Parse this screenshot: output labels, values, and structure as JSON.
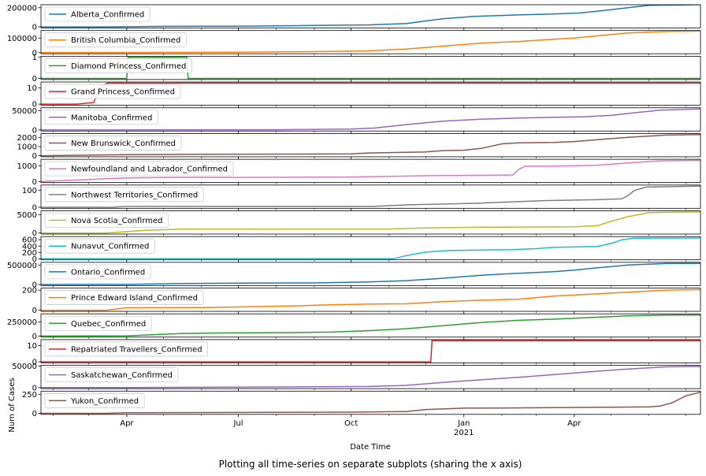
{
  "figure": {
    "title": "Plotting all time-series on separate subplots (sharing the x axis)",
    "xlabel": "Date Time",
    "ylabel": "Num of Cases"
  },
  "chart_data": {
    "type": "line",
    "x_axis": {
      "start": "2020-01-22",
      "end": "2021-07-13",
      "major_ticks": [
        {
          "date": "2020-04-01",
          "label": "Apr",
          "sublabel": ""
        },
        {
          "date": "2020-07-01",
          "label": "Jul",
          "sublabel": ""
        },
        {
          "date": "2020-10-01",
          "label": "Oct",
          "sublabel": ""
        },
        {
          "date": "2021-01-01",
          "label": "Jan",
          "sublabel": "2021"
        },
        {
          "date": "2021-04-01",
          "label": "Apr",
          "sublabel": ""
        }
      ],
      "minor_ticks": [
        "2020-02-01",
        "2020-03-01",
        "2020-05-01",
        "2020-06-01",
        "2020-08-01",
        "2020-09-01",
        "2020-11-01",
        "2020-12-01",
        "2021-02-01",
        "2021-03-01",
        "2021-05-01",
        "2021-06-01",
        "2021-07-01"
      ]
    },
    "series": [
      {
        "name": "Alberta_Confirmed",
        "color": "#1f77b4",
        "ylim": [
          -11000,
          231000
        ],
        "yticks": [
          0,
          200000
        ],
        "points": [
          [
            "2020-01-22",
            0
          ],
          [
            "2020-03-15",
            50
          ],
          [
            "2020-05-01",
            6000
          ],
          [
            "2020-07-01",
            8000
          ],
          [
            "2020-09-01",
            15000
          ],
          [
            "2020-10-15",
            21000
          ],
          [
            "2020-11-15",
            35000
          ],
          [
            "2020-12-15",
            85000
          ],
          [
            "2021-01-10",
            110000
          ],
          [
            "2021-02-15",
            125000
          ],
          [
            "2021-03-15",
            135000
          ],
          [
            "2021-04-05",
            145000
          ],
          [
            "2021-04-25",
            170000
          ],
          [
            "2021-05-15",
            200000
          ],
          [
            "2021-06-01",
            225000
          ],
          [
            "2021-07-13",
            232000
          ]
        ]
      },
      {
        "name": "British Columbia_Confirmed",
        "color": "#ff7f0e",
        "ylim": [
          -7300,
          152000
        ],
        "yticks": [
          0,
          100000
        ],
        "points": [
          [
            "2020-01-22",
            0
          ],
          [
            "2020-03-15",
            100
          ],
          [
            "2020-05-01",
            2200
          ],
          [
            "2020-07-01",
            3000
          ],
          [
            "2020-09-01",
            7000
          ],
          [
            "2020-10-15",
            12000
          ],
          [
            "2020-11-15",
            25000
          ],
          [
            "2020-12-15",
            45000
          ],
          [
            "2021-01-15",
            65000
          ],
          [
            "2021-02-15",
            77000
          ],
          [
            "2021-03-15",
            92000
          ],
          [
            "2021-04-01",
            100000
          ],
          [
            "2021-04-20",
            115000
          ],
          [
            "2021-05-15",
            135000
          ],
          [
            "2021-06-15",
            145000
          ],
          [
            "2021-07-13",
            148000
          ]
        ]
      },
      {
        "name": "Diamond Princess_Confirmed",
        "color": "#2ca02c",
        "ylim": [
          -0.05,
          1.05
        ],
        "yticks": [
          0,
          1
        ],
        "points": [
          [
            "2020-01-22",
            0
          ],
          [
            "2020-04-01",
            0
          ],
          [
            "2020-04-02",
            1
          ],
          [
            "2020-05-20",
            1
          ],
          [
            "2020-05-21",
            0
          ],
          [
            "2021-07-13",
            0
          ]
        ]
      },
      {
        "name": "Grand Princess_Confirmed",
        "color": "#d62728",
        "ylim": [
          -0.7,
          13.7
        ],
        "yticks": [
          0,
          10
        ],
        "points": [
          [
            "2020-01-22",
            0
          ],
          [
            "2020-02-20",
            0
          ],
          [
            "2020-03-05",
            1
          ],
          [
            "2020-03-10",
            10
          ],
          [
            "2020-03-16",
            13
          ],
          [
            "2021-07-13",
            13
          ]
        ]
      },
      {
        "name": "Manitoba_Confirmed",
        "color": "#9467bd",
        "ylim": [
          -2800,
          58000
        ],
        "yticks": [
          0,
          50000
        ],
        "points": [
          [
            "2020-01-22",
            0
          ],
          [
            "2020-08-01",
            500
          ],
          [
            "2020-10-01",
            2500
          ],
          [
            "2020-10-20",
            5000
          ],
          [
            "2020-11-15",
            14000
          ],
          [
            "2020-12-15",
            23000
          ],
          [
            "2021-01-15",
            28000
          ],
          [
            "2021-02-15",
            31000
          ],
          [
            "2021-03-15",
            33000
          ],
          [
            "2021-04-10",
            34500
          ],
          [
            "2021-05-01",
            38000
          ],
          [
            "2021-05-20",
            45000
          ],
          [
            "2021-06-10",
            52000
          ],
          [
            "2021-07-13",
            55000
          ]
        ]
      },
      {
        "name": "New Brunswick_Confirmed",
        "color": "#8c564b",
        "ylim": [
          -115,
          2420
        ],
        "yticks": [
          0,
          1000,
          2000
        ],
        "points": [
          [
            "2020-01-22",
            0
          ],
          [
            "2020-04-01",
            120
          ],
          [
            "2020-06-01",
            150
          ],
          [
            "2020-10-01",
            200
          ],
          [
            "2020-10-15",
            300
          ],
          [
            "2020-11-10",
            360
          ],
          [
            "2020-11-30",
            400
          ],
          [
            "2020-12-15",
            560
          ],
          [
            "2021-01-01",
            600
          ],
          [
            "2021-01-15",
            800
          ],
          [
            "2021-02-01",
            1300
          ],
          [
            "2021-02-15",
            1400
          ],
          [
            "2021-03-15",
            1450
          ],
          [
            "2021-04-01",
            1550
          ],
          [
            "2021-04-20",
            1750
          ],
          [
            "2021-05-15",
            2000
          ],
          [
            "2021-06-15",
            2250
          ],
          [
            "2021-07-13",
            2300
          ]
        ]
      },
      {
        "name": "Newfoundland and Labrador_Confirmed",
        "color": "#e377c2",
        "ylim": [
          -68,
          1430
        ],
        "yticks": [
          0,
          1000
        ],
        "points": [
          [
            "2020-01-22",
            0
          ],
          [
            "2020-04-01",
            230
          ],
          [
            "2020-05-01",
            260
          ],
          [
            "2020-07-01",
            265
          ],
          [
            "2020-10-01",
            290
          ],
          [
            "2020-12-10",
            380
          ],
          [
            "2021-01-20",
            400
          ],
          [
            "2021-02-10",
            420
          ],
          [
            "2021-02-15",
            800
          ],
          [
            "2021-02-20",
            980
          ],
          [
            "2021-03-20",
            1000
          ],
          [
            "2021-04-20",
            1050
          ],
          [
            "2021-05-15",
            1200
          ],
          [
            "2021-06-10",
            1330
          ],
          [
            "2021-07-13",
            1360
          ]
        ]
      },
      {
        "name": "Northwest Territories_Confirmed",
        "color": "#7f7f7f",
        "ylim": [
          -6,
          132
        ],
        "yticks": [
          0,
          100
        ],
        "points": [
          [
            "2020-01-22",
            0
          ],
          [
            "2020-03-20",
            0
          ],
          [
            "2020-04-01",
            5
          ],
          [
            "2020-10-20",
            5
          ],
          [
            "2020-11-01",
            10
          ],
          [
            "2020-11-20",
            15
          ],
          [
            "2020-12-20",
            20
          ],
          [
            "2021-01-15",
            25
          ],
          [
            "2021-02-01",
            30
          ],
          [
            "2021-02-20",
            35
          ],
          [
            "2021-03-10",
            40
          ],
          [
            "2021-04-20",
            45
          ],
          [
            "2021-05-10",
            50
          ],
          [
            "2021-05-15",
            70
          ],
          [
            "2021-05-20",
            100
          ],
          [
            "2021-05-30",
            120
          ],
          [
            "2021-07-13",
            126
          ]
        ]
      },
      {
        "name": "Nova Scotia_Confirmed",
        "color": "#bcbd22",
        "ylim": [
          -290,
          6110
        ],
        "yticks": [
          0,
          5000
        ],
        "points": [
          [
            "2020-01-22",
            0
          ],
          [
            "2020-03-15",
            0
          ],
          [
            "2020-04-15",
            700
          ],
          [
            "2020-05-15",
            1050
          ],
          [
            "2020-07-01",
            1070
          ],
          [
            "2020-11-01",
            1100
          ],
          [
            "2020-12-01",
            1400
          ],
          [
            "2021-01-15",
            1600
          ],
          [
            "2021-04-01",
            1700
          ],
          [
            "2021-04-20",
            2000
          ],
          [
            "2021-05-01",
            3200
          ],
          [
            "2021-05-15",
            4500
          ],
          [
            "2021-06-01",
            5600
          ],
          [
            "2021-07-13",
            5800
          ]
        ]
      },
      {
        "name": "Nunavut_Confirmed",
        "color": "#17becf",
        "ylim": [
          -33,
          700
        ],
        "yticks": [
          0,
          200,
          400,
          600
        ],
        "points": [
          [
            "2020-01-22",
            0
          ],
          [
            "2020-11-05",
            0
          ],
          [
            "2020-11-15",
            100
          ],
          [
            "2020-12-01",
            210
          ],
          [
            "2020-12-20",
            260
          ],
          [
            "2021-02-10",
            290
          ],
          [
            "2021-03-01",
            320
          ],
          [
            "2021-03-15",
            360
          ],
          [
            "2021-04-20",
            390
          ],
          [
            "2021-05-01",
            480
          ],
          [
            "2021-05-10",
            600
          ],
          [
            "2021-05-20",
            650
          ],
          [
            "2021-07-13",
            657
          ]
        ]
      },
      {
        "name": "Ontario_Confirmed",
        "color": "#1f77b4",
        "ylim": [
          -27000,
          570000
        ],
        "yticks": [
          0,
          500000
        ],
        "points": [
          [
            "2020-01-22",
            0
          ],
          [
            "2020-04-01",
            3000
          ],
          [
            "2020-05-15",
            25000
          ],
          [
            "2020-07-01",
            36000
          ],
          [
            "2020-09-01",
            42000
          ],
          [
            "2020-10-15",
            65000
          ],
          [
            "2020-11-15",
            100000
          ],
          [
            "2020-12-15",
            160000
          ],
          [
            "2021-01-15",
            240000
          ],
          [
            "2021-02-15",
            290000
          ],
          [
            "2021-03-15",
            330000
          ],
          [
            "2021-04-01",
            370000
          ],
          [
            "2021-04-20",
            430000
          ],
          [
            "2021-05-15",
            500000
          ],
          [
            "2021-06-15",
            540000
          ],
          [
            "2021-07-13",
            546000
          ]
        ]
      },
      {
        "name": "Prince Edward Island_Confirmed",
        "color": "#ff7f0e",
        "ylim": [
          -10.5,
          220
        ],
        "yticks": [
          0,
          200
        ],
        "points": [
          [
            "2020-01-22",
            0
          ],
          [
            "2020-03-15",
            0
          ],
          [
            "2020-04-01",
            25
          ],
          [
            "2020-06-01",
            27
          ],
          [
            "2020-07-01",
            33
          ],
          [
            "2020-08-15",
            44
          ],
          [
            "2020-09-15",
            55
          ],
          [
            "2020-10-15",
            61
          ],
          [
            "2020-11-15",
            64
          ],
          [
            "2020-12-15",
            85
          ],
          [
            "2021-01-15",
            100
          ],
          [
            "2021-02-15",
            110
          ],
          [
            "2021-03-15",
            140
          ],
          [
            "2021-04-15",
            160
          ],
          [
            "2021-05-15",
            180
          ],
          [
            "2021-06-15",
            200
          ],
          [
            "2021-07-13",
            205
          ]
        ]
      },
      {
        "name": "Quebec_Confirmed",
        "color": "#2ca02c",
        "ylim": [
          -19000,
          395000
        ],
        "yticks": [
          0,
          250000
        ],
        "points": [
          [
            "2020-01-22",
            0
          ],
          [
            "2020-04-01",
            4000
          ],
          [
            "2020-05-15",
            45000
          ],
          [
            "2020-06-15",
            55000
          ],
          [
            "2020-08-15",
            61000
          ],
          [
            "2020-09-15",
            70000
          ],
          [
            "2020-10-15",
            95000
          ],
          [
            "2020-11-15",
            130000
          ],
          [
            "2020-12-15",
            185000
          ],
          [
            "2021-01-15",
            240000
          ],
          [
            "2021-02-15",
            280000
          ],
          [
            "2021-03-15",
            300000
          ],
          [
            "2021-04-15",
            330000
          ],
          [
            "2021-05-15",
            360000
          ],
          [
            "2021-06-15",
            373000
          ],
          [
            "2021-07-13",
            375000
          ]
        ]
      },
      {
        "name": "Repatriated Travellers_Confirmed",
        "color": "#d62728",
        "ylim": [
          -0.65,
          13.65
        ],
        "yticks": [
          0,
          10
        ],
        "points": [
          [
            "2020-01-22",
            0
          ],
          [
            "2020-12-05",
            0
          ],
          [
            "2020-12-06",
            13
          ],
          [
            "2021-07-13",
            13
          ]
        ]
      },
      {
        "name": "Saskatchewan_Confirmed",
        "color": "#9467bd",
        "ylim": [
          -2450,
          51500
        ],
        "yticks": [
          0,
          50000
        ],
        "points": [
          [
            "2020-01-22",
            0
          ],
          [
            "2020-04-01",
            200
          ],
          [
            "2020-07-01",
            800
          ],
          [
            "2020-09-01",
            1700
          ],
          [
            "2020-10-15",
            2500
          ],
          [
            "2020-11-15",
            5000
          ],
          [
            "2020-12-15",
            12000
          ],
          [
            "2021-01-15",
            18000
          ],
          [
            "2021-02-15",
            24000
          ],
          [
            "2021-03-15",
            30000
          ],
          [
            "2021-04-15",
            37000
          ],
          [
            "2021-05-15",
            43000
          ],
          [
            "2021-06-15",
            48000
          ],
          [
            "2021-07-13",
            49000
          ]
        ]
      },
      {
        "name": "Yukon_Confirmed",
        "color": "#8c564b",
        "ylim": [
          -14,
          292
        ],
        "yticks": [
          0,
          250
        ],
        "points": [
          [
            "2020-01-22",
            0
          ],
          [
            "2020-03-15",
            0
          ],
          [
            "2020-04-01",
            8
          ],
          [
            "2020-07-01",
            11
          ],
          [
            "2020-10-01",
            15
          ],
          [
            "2020-11-15",
            23
          ],
          [
            "2020-12-01",
            50
          ],
          [
            "2020-12-15",
            58
          ],
          [
            "2021-01-01",
            68
          ],
          [
            "2021-02-01",
            70
          ],
          [
            "2021-05-01",
            80
          ],
          [
            "2021-06-01",
            85
          ],
          [
            "2021-06-10",
            95
          ],
          [
            "2021-06-20",
            140
          ],
          [
            "2021-07-01",
            230
          ],
          [
            "2021-07-13",
            278
          ]
        ]
      }
    ]
  }
}
